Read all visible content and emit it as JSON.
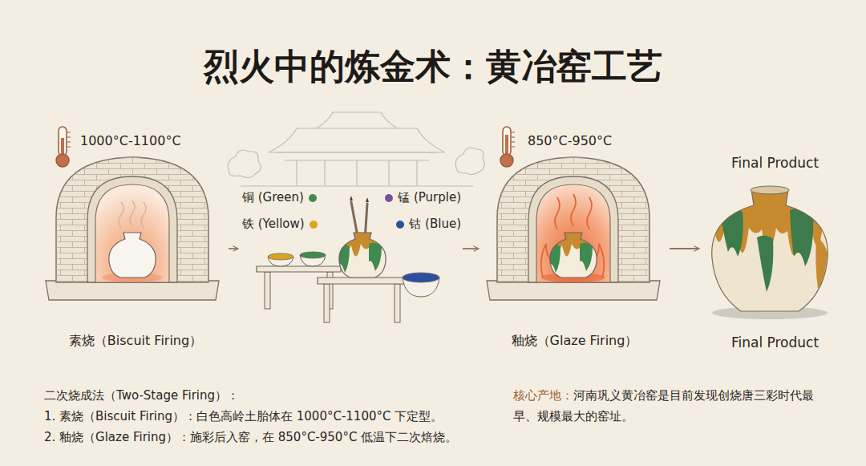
{
  "diagram": {
    "title": "烈火中的炼金术：黄冶窑工艺",
    "nodes": [
      {
        "text": [
          "1000°C-1100°C",
          "素烧（Biscuit Firing）"
        ]
      },
      {
        "text": [
          "铜 (Green)",
          "锰 (Purple)",
          "铁 (Yellow)",
          "钴 (Blue)"
        ]
      },
      {
        "text": [
          "850°C-950°C",
          "釉烧（Glaze Firing）"
        ]
      },
      {
        "text": [
          "Final Product",
          "Final Product"
        ]
      }
    ],
    "edges": [
      {
        "from": 0,
        "to": 1,
        "arrow": "to"
      },
      {
        "from": 1,
        "to": 2,
        "arrow": "to"
      },
      {
        "from": 2,
        "to": 3,
        "arrow": "to"
      }
    ],
    "labels": [
      "二次烧成法（Two-Stage Firing）：",
      "1. 素烧（Biscuit Firing）：白色高岭土胎体在 1000°C-1100°C 下定型。",
      "2. 釉烧（Glaze Firing）：施彩后入窑，在 850°C-950°C 低温下二次焙烧。",
      "核心产地：",
      "河南巩义黄冶窑是目前发现创烧唐三彩时代最早、规模最大的窑址。"
    ]
  }
}
